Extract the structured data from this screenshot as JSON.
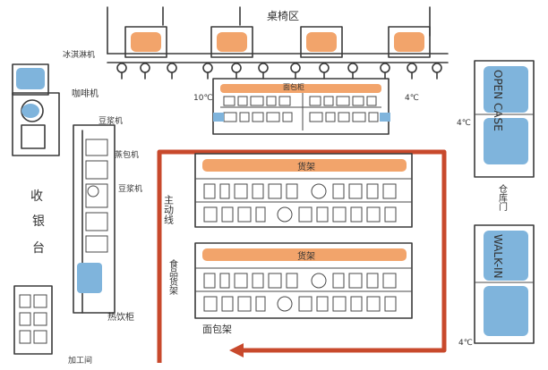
{
  "labels": {
    "table_area": "桌椅区",
    "ice_maker": "冰淇淋机",
    "coffee_machine": "咖啡机",
    "soymilk": "豆浆机",
    "sweet_corn": "蒸包机",
    "milk_machine": "豆浆机",
    "cashier_1": "收",
    "cashier_2": "银",
    "cashier_3": "台",
    "hot_drink": "热饮柜",
    "bakery_top": "面包柜",
    "temp_left": "10℃",
    "temp_right": "4℃",
    "temp_open": "4℃",
    "temp_walkin": "4℃",
    "open_case": "OPEN CASE",
    "walk_in": "WALK-IN",
    "warehouse": "仓库门",
    "main_line": "主动线",
    "shelf_1": "货架",
    "shelf_2": "货架",
    "snack_rack": "食品货架",
    "bread_rack": "面包架",
    "bottom_left": "加工间"
  },
  "colors": {
    "accent_orange": "#f2a46b",
    "accent_blue": "#7fb4dc",
    "route_red": "#c8492c"
  }
}
